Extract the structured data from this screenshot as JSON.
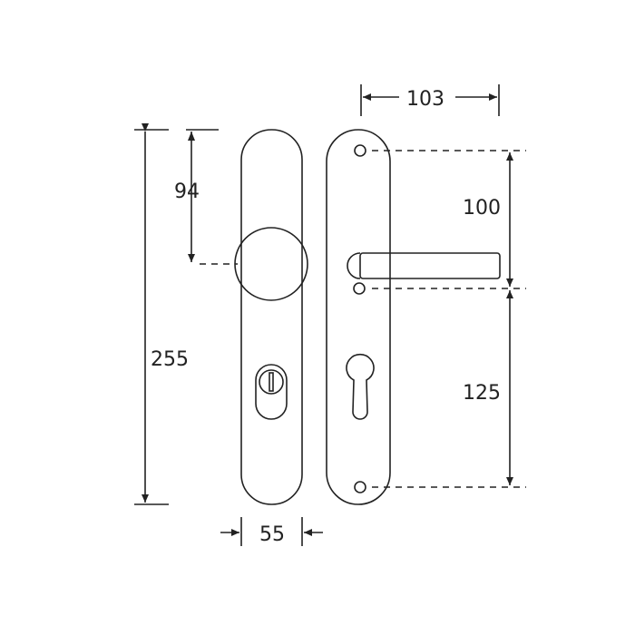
{
  "title": "Door handle set dimension drawing",
  "dimensions": {
    "overall_height": "255",
    "knob_offset": "94",
    "lever_projection": "103",
    "lever_to_cylinder_upper": "100",
    "lever_to_cylinder_lower": "125",
    "plate_width": "55"
  },
  "colors": {
    "line": "#222222",
    "background": "#ffffff"
  }
}
